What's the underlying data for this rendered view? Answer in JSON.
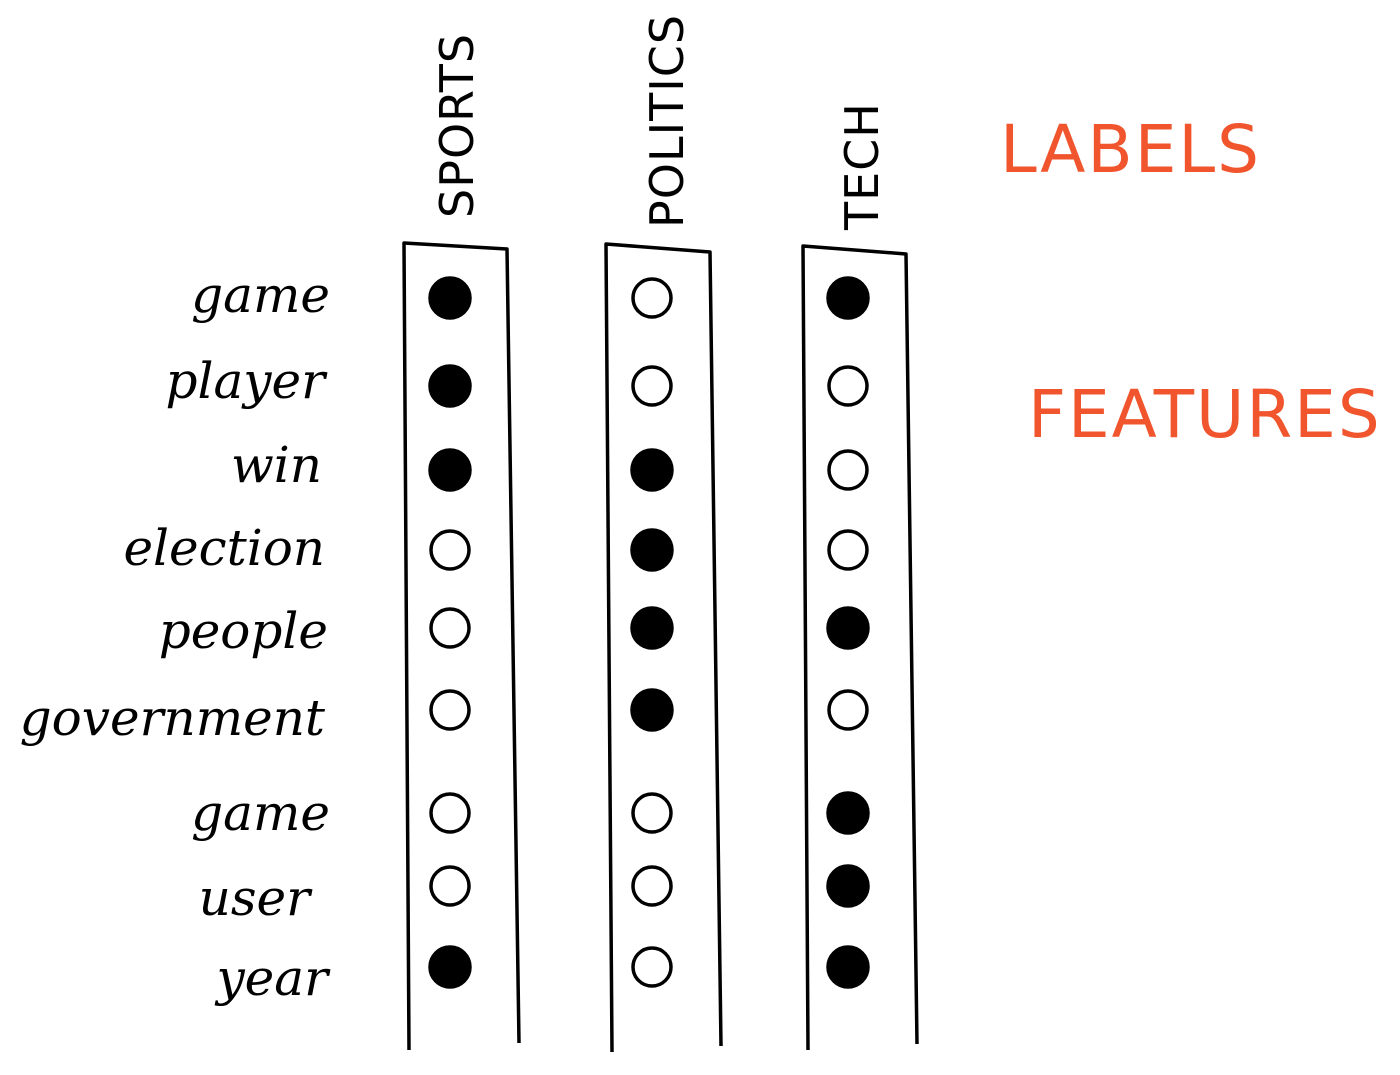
{
  "legend": {
    "labels_title": "LABELS",
    "features_title": "FEATURES",
    "accent_color": "#f0552d"
  },
  "labels": [
    "SPORTS",
    "POLITICS",
    "TECH"
  ],
  "features": [
    "game",
    "player",
    "win",
    "election",
    "people",
    "government",
    "game",
    "user",
    "year"
  ],
  "matrix": [
    [
      true,
      false,
      true
    ],
    [
      true,
      false,
      false
    ],
    [
      true,
      true,
      false
    ],
    [
      false,
      true,
      false
    ],
    [
      false,
      true,
      true
    ],
    [
      false,
      true,
      false
    ],
    [
      false,
      false,
      true
    ],
    [
      false,
      false,
      true
    ],
    [
      true,
      false,
      true
    ]
  ]
}
